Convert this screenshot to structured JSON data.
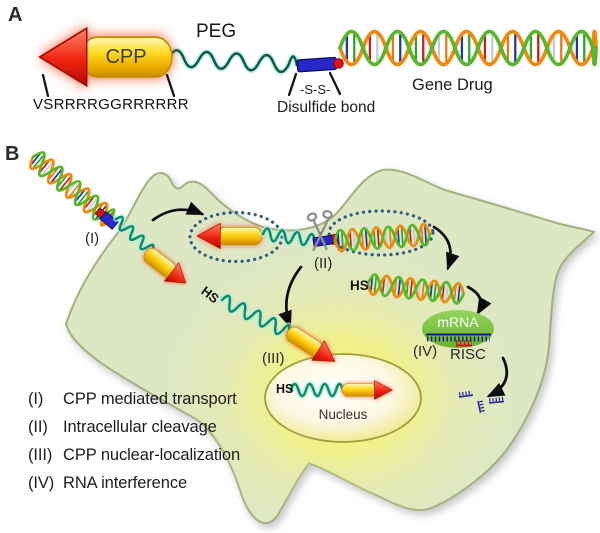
{
  "panel_a": {
    "label": "A",
    "cpp": "CPP",
    "peg": "PEG",
    "sequence": "VSRRRRGGRRRRRR",
    "ss": "-S-S-",
    "disulfide": "Disulfide bond",
    "gene_drug": "Gene Drug"
  },
  "panel_b": {
    "label": "B",
    "steps": {
      "i": "(I)",
      "ii": "(II)",
      "iii": "(III)",
      "iv": "(IV)"
    },
    "hs_step3": "HS",
    "hs_sirna": "HS",
    "hs_nucleus": "HS",
    "mrna": "mRNA",
    "risc": "RISC",
    "nucleus": "Nucleus",
    "legend": [
      {
        "numeral": "(I)",
        "text": "CPP mediated transport"
      },
      {
        "numeral": "(II)",
        "text": "Intracellular cleavage"
      },
      {
        "numeral": "(III)",
        "text": "CPP nuclear-localization"
      },
      {
        "numeral": "(IV)",
        "text": "RNA interference"
      }
    ]
  },
  "colors": {
    "cpp_gold": "#ffd71e",
    "arrow_red": "#ef2410",
    "peg_teal": "#0d8a67",
    "peg_halo": "#aeeede",
    "dna_green": "#5bb62e",
    "dna_orange": "#ef8a10",
    "disulfide_blue": "#2828c8",
    "cell_fill": "#dde7c4",
    "cell_stroke": "#a2b17e",
    "dotted_vesicle": "#2e5d7d",
    "mrna_green": "#6fbf3a",
    "rna_navy": "#23239a",
    "risc_red": "#d41414",
    "nucleus_edge": "#a39d3e",
    "glow_yellow": "#f6f27a"
  }
}
